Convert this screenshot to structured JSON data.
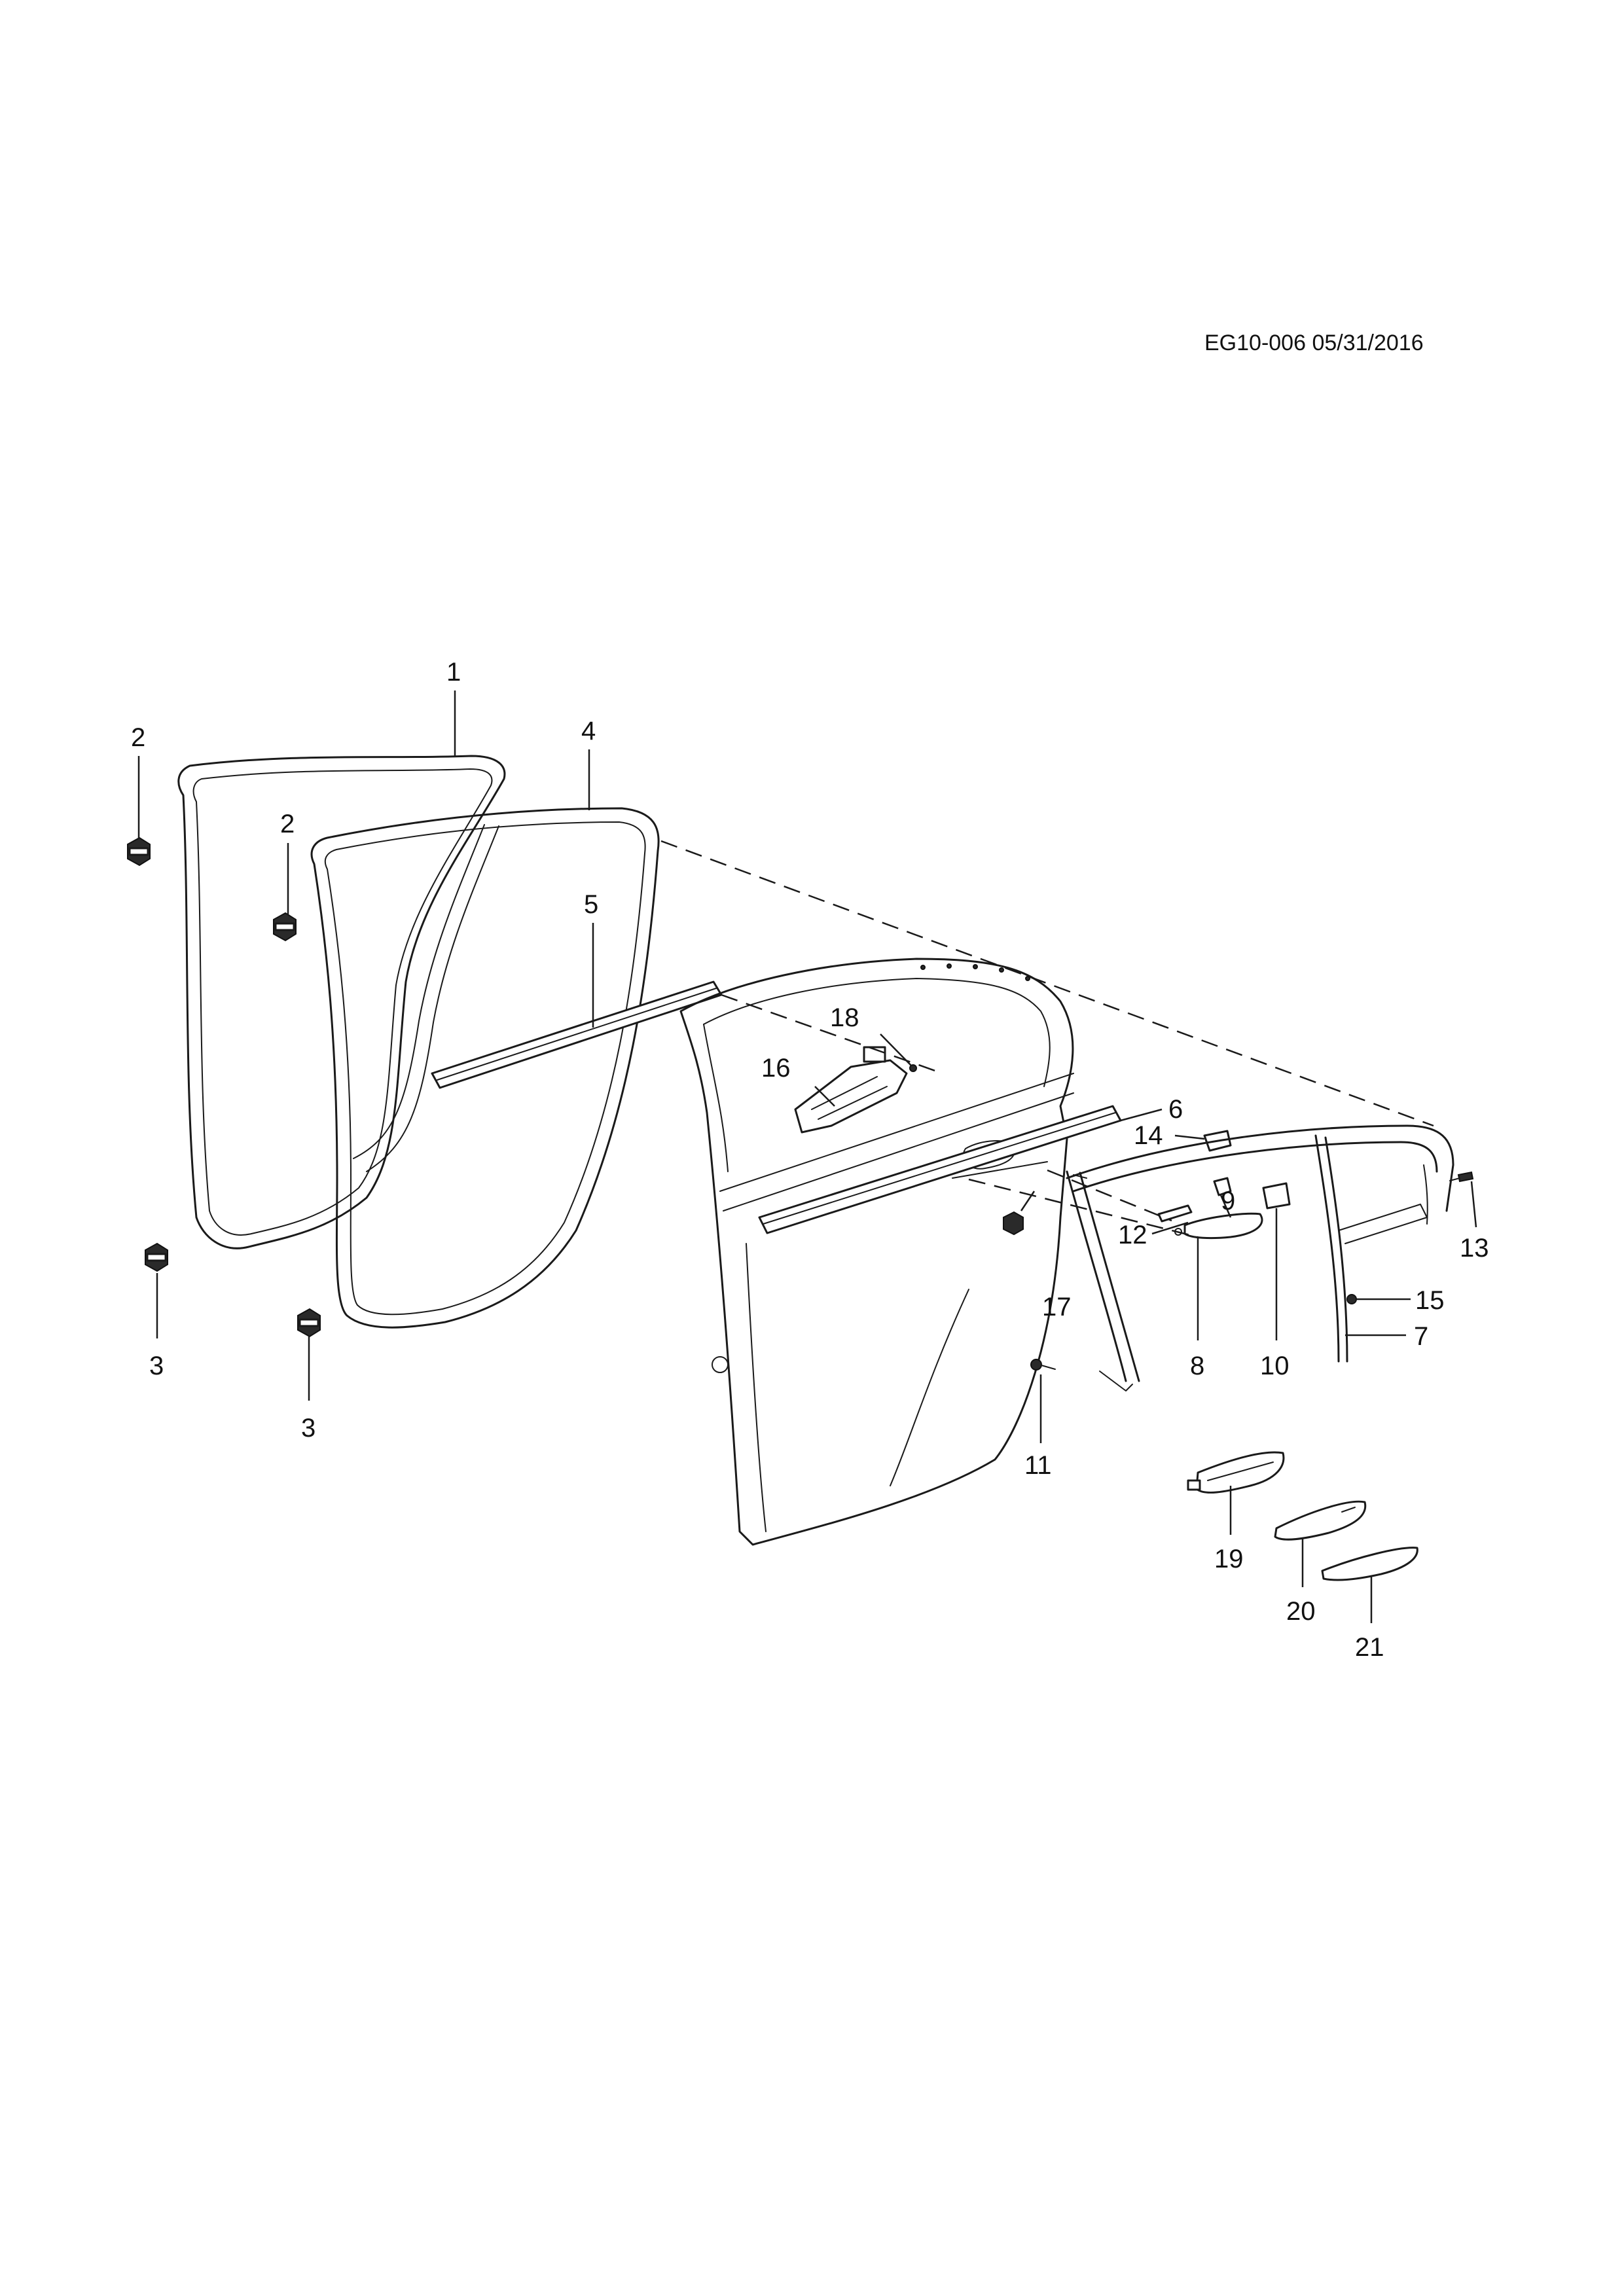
{
  "document": {
    "reference": "EG10-006 05/31/2016"
  },
  "callouts": {
    "c1": "1",
    "c2a": "2",
    "c2b": "2",
    "c3a": "3",
    "c3b": "3",
    "c4": "4",
    "c5": "5",
    "c6": "6",
    "c7": "7",
    "c8": "8",
    "c9": "9",
    "c10": "10",
    "c11": "11",
    "c12": "12",
    "c13": "13",
    "c14": "14",
    "c15": "15",
    "c16": "16",
    "c17": "17",
    "c18": "18",
    "c19": "19",
    "c20": "20",
    "c21": "21"
  }
}
